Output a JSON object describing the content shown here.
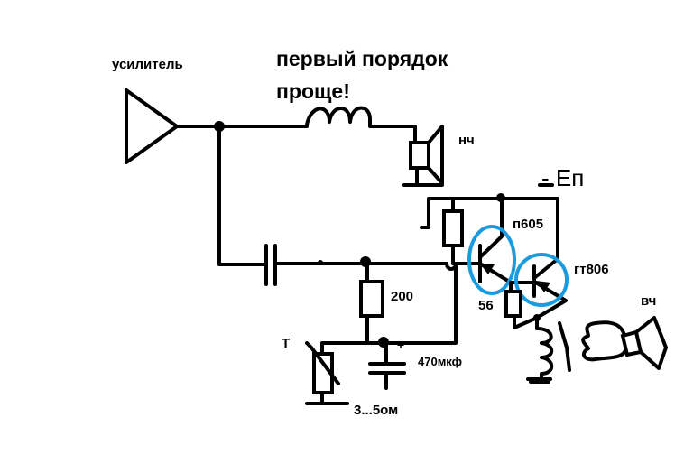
{
  "labels": {
    "amplifier": "усилитель",
    "title_line1": "первый порядок",
    "title_line2": "проще!",
    "woofer": "нч",
    "supply": "- Eп",
    "transistor1": "п605",
    "transistor2": "гт806",
    "resistor_56": "56",
    "tweeter": "вч",
    "resistor_200": "200",
    "thermistor": "Т",
    "capacitor": "470мкф",
    "plus": "+",
    "thermistor_value": "3...5ом"
  },
  "colors": {
    "highlight": "#1a9be0",
    "ink": "#000000"
  }
}
